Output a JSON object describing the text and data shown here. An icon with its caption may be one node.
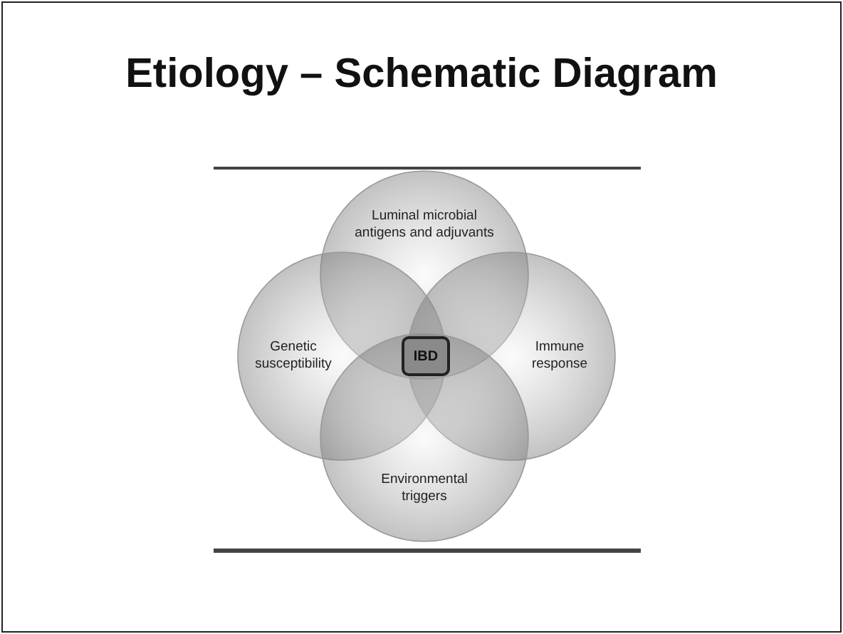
{
  "diagram": {
    "title": "Etiology – Schematic Diagram",
    "nodes": [
      {
        "text": [
          "Luminal microbial antigens and adjuvants"
        ]
      },
      {
        "text": [
          "Genetic susceptibility"
        ]
      },
      {
        "text": [
          "Immune response"
        ]
      },
      {
        "text": [
          "Environmental triggers"
        ]
      },
      {
        "text": [
          "IBD"
        ]
      }
    ]
  }
}
